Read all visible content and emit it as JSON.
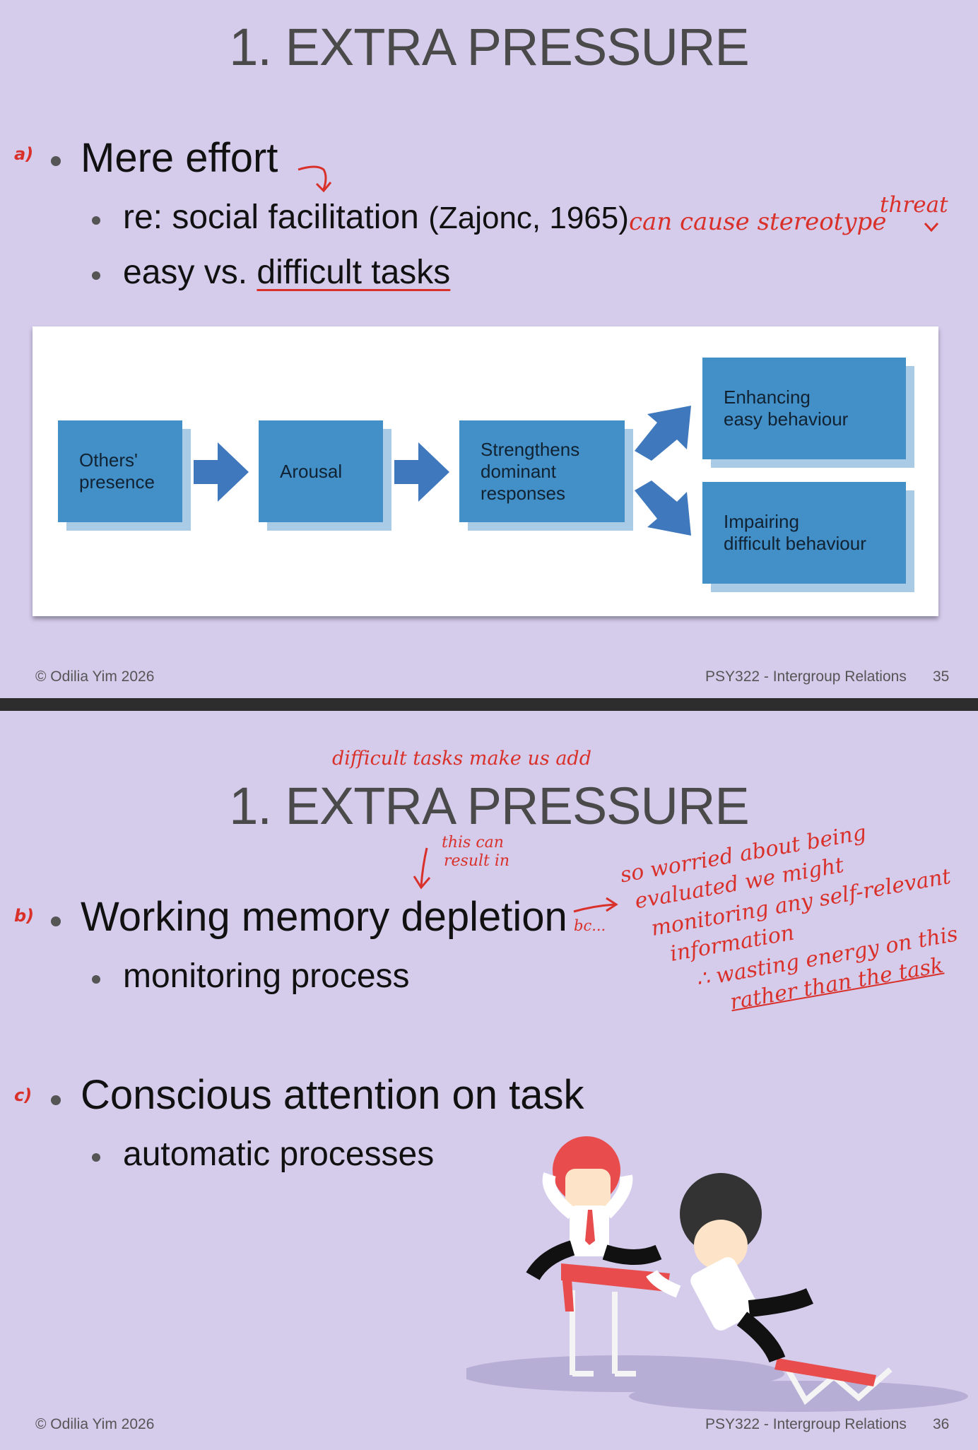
{
  "slide1": {
    "title": "1. EXTRA PRESSURE",
    "label_a": "a)",
    "bullet_main": "Mere effort",
    "sub1_text": "re: social facilitation",
    "sub1_cite": "(Zajonc, 1965)",
    "sub2_pre": "easy vs. ",
    "sub2_underlined": "difficult tasks",
    "note_cause": "can cause stereotype",
    "note_threat": "threat",
    "diagram": {
      "others_presence": "Others'\npresence",
      "arousal": "Arousal",
      "strengthens": "Strengthens\ndominant\nresponses",
      "enhancing": "Enhancing\neasy behaviour",
      "impairing": "Impairing\ndifficult behaviour"
    },
    "footer_left": "© Odilia Yim 2026",
    "footer_course": "PSY322 - Intergroup Relations",
    "page_number": "35"
  },
  "slide2": {
    "note_top": "difficult tasks make us add",
    "title": "1. EXTRA PRESSURE",
    "note_result_1": "this can",
    "note_result_2": "result in",
    "label_b": "b)",
    "bullet_b": "Working memory depletion",
    "sub_b": "monitoring process",
    "note_bc": "bc...",
    "note_lines": [
      "so worried about being",
      "evaluated we might",
      "monitoring any self-relevant",
      "information",
      "∴ wasting energy on this",
      "rather than the task"
    ],
    "label_c": "c)",
    "bullet_c": "Conscious attention on task",
    "sub_c": "automatic processes",
    "footer_left": "© Odilia Yim 2026",
    "footer_course": "PSY322 - Intergroup Relations",
    "page_number": "36"
  },
  "colors": {
    "slide_bg": "#d5ccec",
    "annotation": "#d9302a",
    "box_blue": "#4290c7",
    "arrow_blue": "#3f78bd"
  }
}
